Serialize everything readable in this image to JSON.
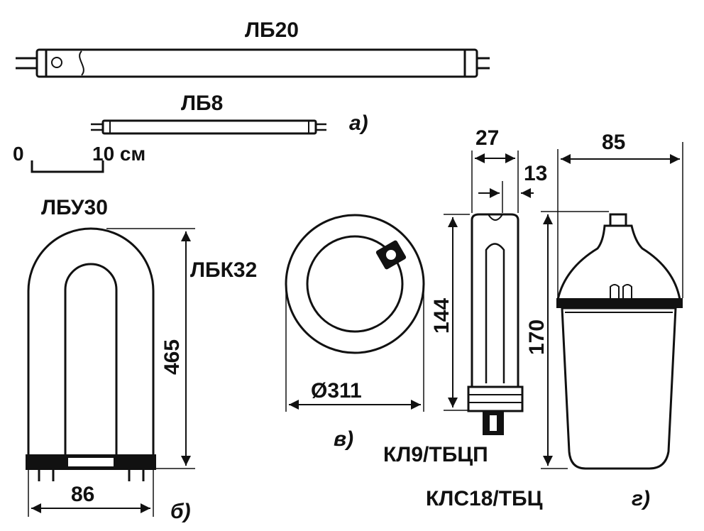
{
  "labels": {
    "lb20": "ЛБ20",
    "lb8": "ЛБ8",
    "a": "а)",
    "scale_zero": "0",
    "scale_ten": "10 см",
    "lbu30": "ЛБУ30",
    "lbk32": "ЛБК32",
    "b": "б)",
    "dim_465": "465",
    "dim_86": "86",
    "dim_311": "Ø311",
    "v": "в)",
    "dim_27": "27",
    "dim_13": "13",
    "dim_144": "144",
    "dim_85": "85",
    "dim_170": "170",
    "kl9": "КЛ9/ТБЦП",
    "kls18": "КЛС18/ТБЦ",
    "g": "г)"
  }
}
